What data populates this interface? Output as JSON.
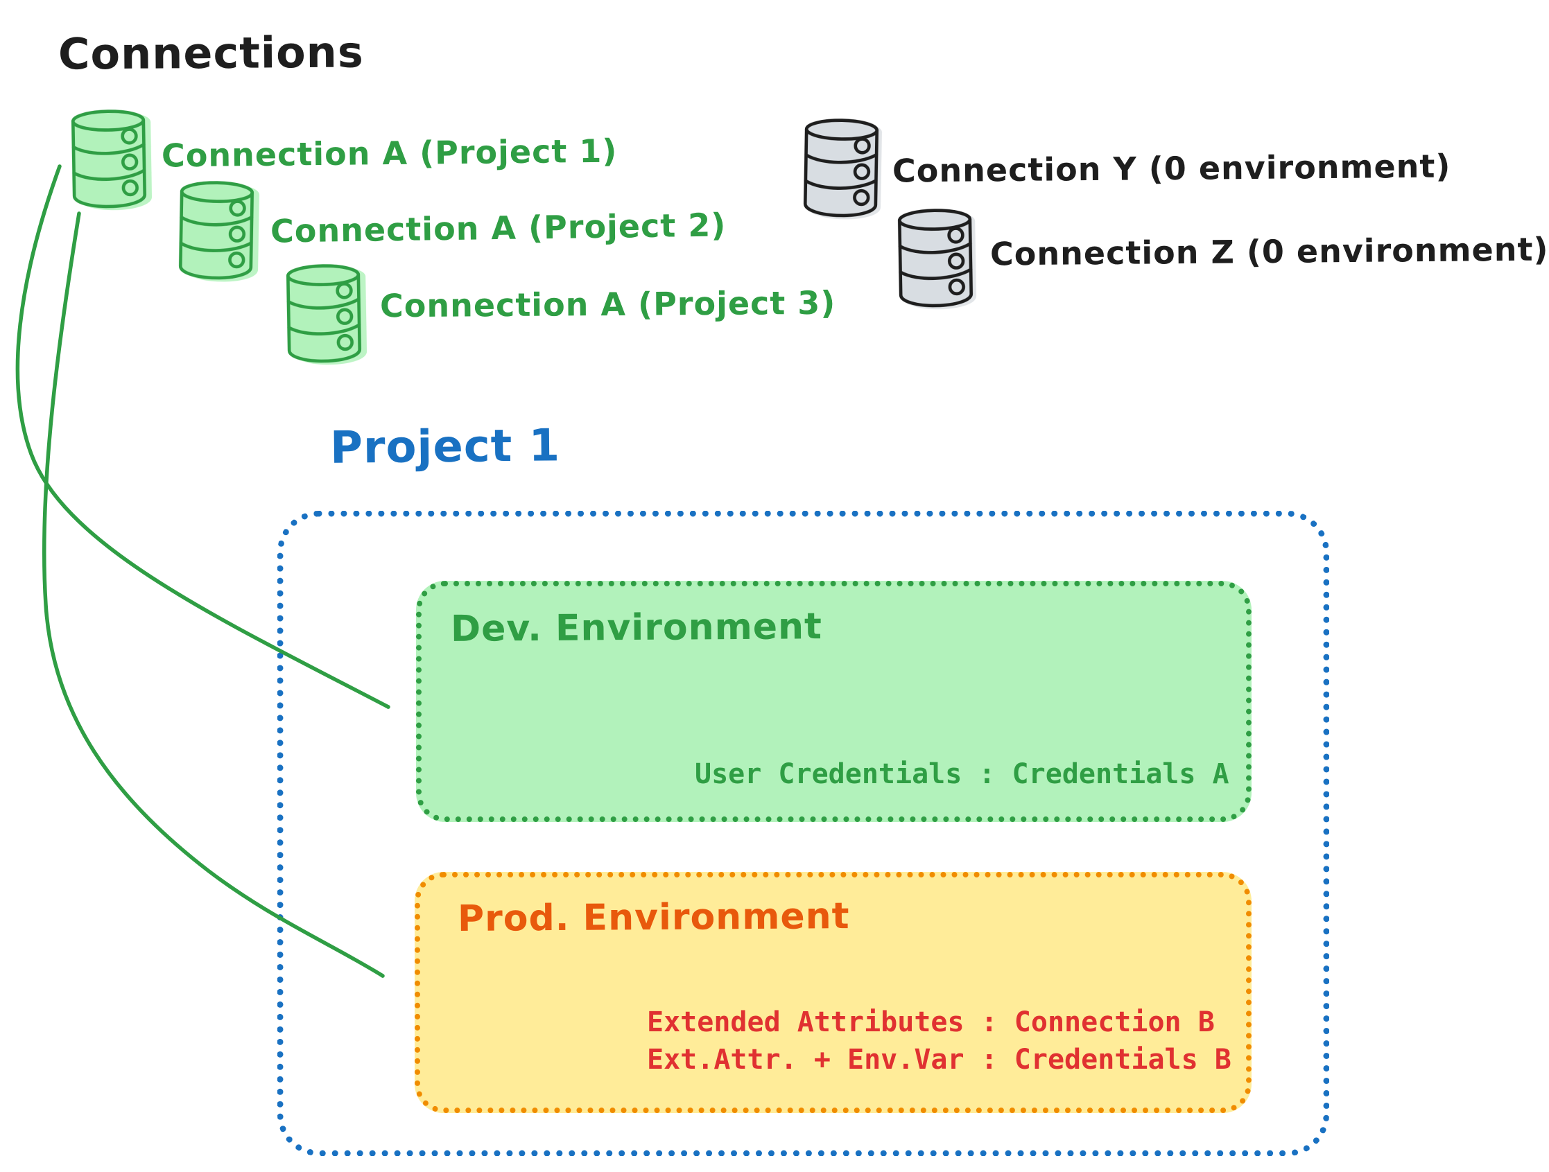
{
  "colors": {
    "ink": "#1e1e1e",
    "green": "#2f9e44",
    "green_fill": "#b2f2bb",
    "gray_fill": "#d8dde2",
    "gray_stroke": "#1e1e1e",
    "blue": "#1971c2",
    "orange": "#f08c00",
    "orange_text": "#e8590c",
    "red": "#e03131",
    "yellow_fill": "#ffec99"
  },
  "header": {
    "title": "Connections"
  },
  "connections": {
    "project_a": [
      {
        "label": "Connection A (Project 1)"
      },
      {
        "label": "Connection A (Project 2)"
      },
      {
        "label": "Connection A (Project 3)"
      }
    ],
    "unassigned": [
      {
        "label": "Connection Y (0 environment)"
      },
      {
        "label": "Connection Z (0 environment)"
      }
    ]
  },
  "project": {
    "title": "Project 1",
    "dev": {
      "title": "Dev. Environment",
      "mapping": "User Credentials : Credentials A"
    },
    "prod": {
      "title": "Prod. Environment",
      "mapping_line1": "Extended Attributes : Connection B",
      "mapping_line2": "Ext.Attr. + Env.Var : Credentials B"
    }
  }
}
